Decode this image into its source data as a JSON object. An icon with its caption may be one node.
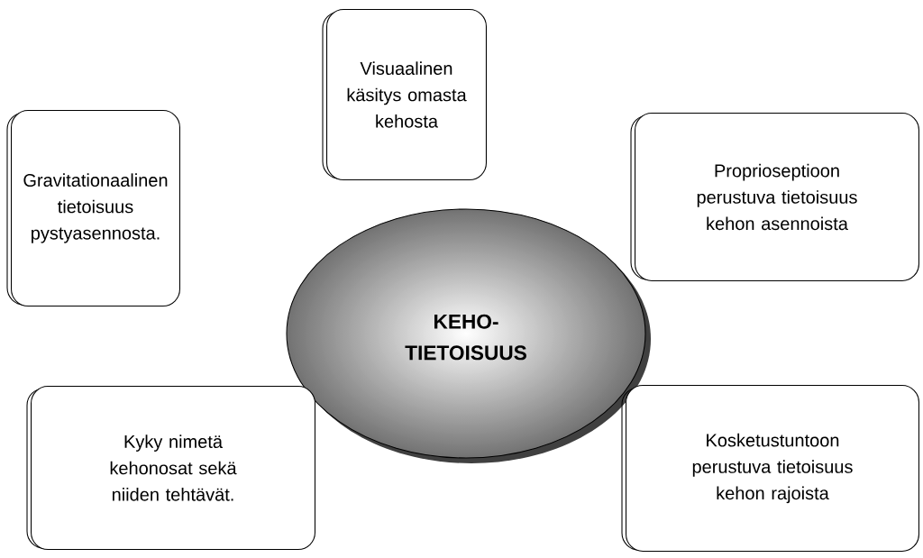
{
  "diagram": {
    "nodes": [
      {
        "text": [
          "Visuaalinen käsitys omasta kehosta"
        ]
      },
      {
        "text": [
          "Gravitationaalinen tietoisuus pystyasennosta."
        ]
      },
      {
        "text": [
          "Proprioseptioon perustuva tietoisuus kehon asennoista"
        ]
      },
      {
        "text": [
          "KEHO- TIETOISUUS"
        ]
      },
      {
        "text": [
          "Kyky nimetä kehonosat sekä niiden tehtävät."
        ]
      },
      {
        "text": [
          "Kosketustuntoon perustuva tietoisuus kehon rajoista"
        ]
      }
    ]
  }
}
